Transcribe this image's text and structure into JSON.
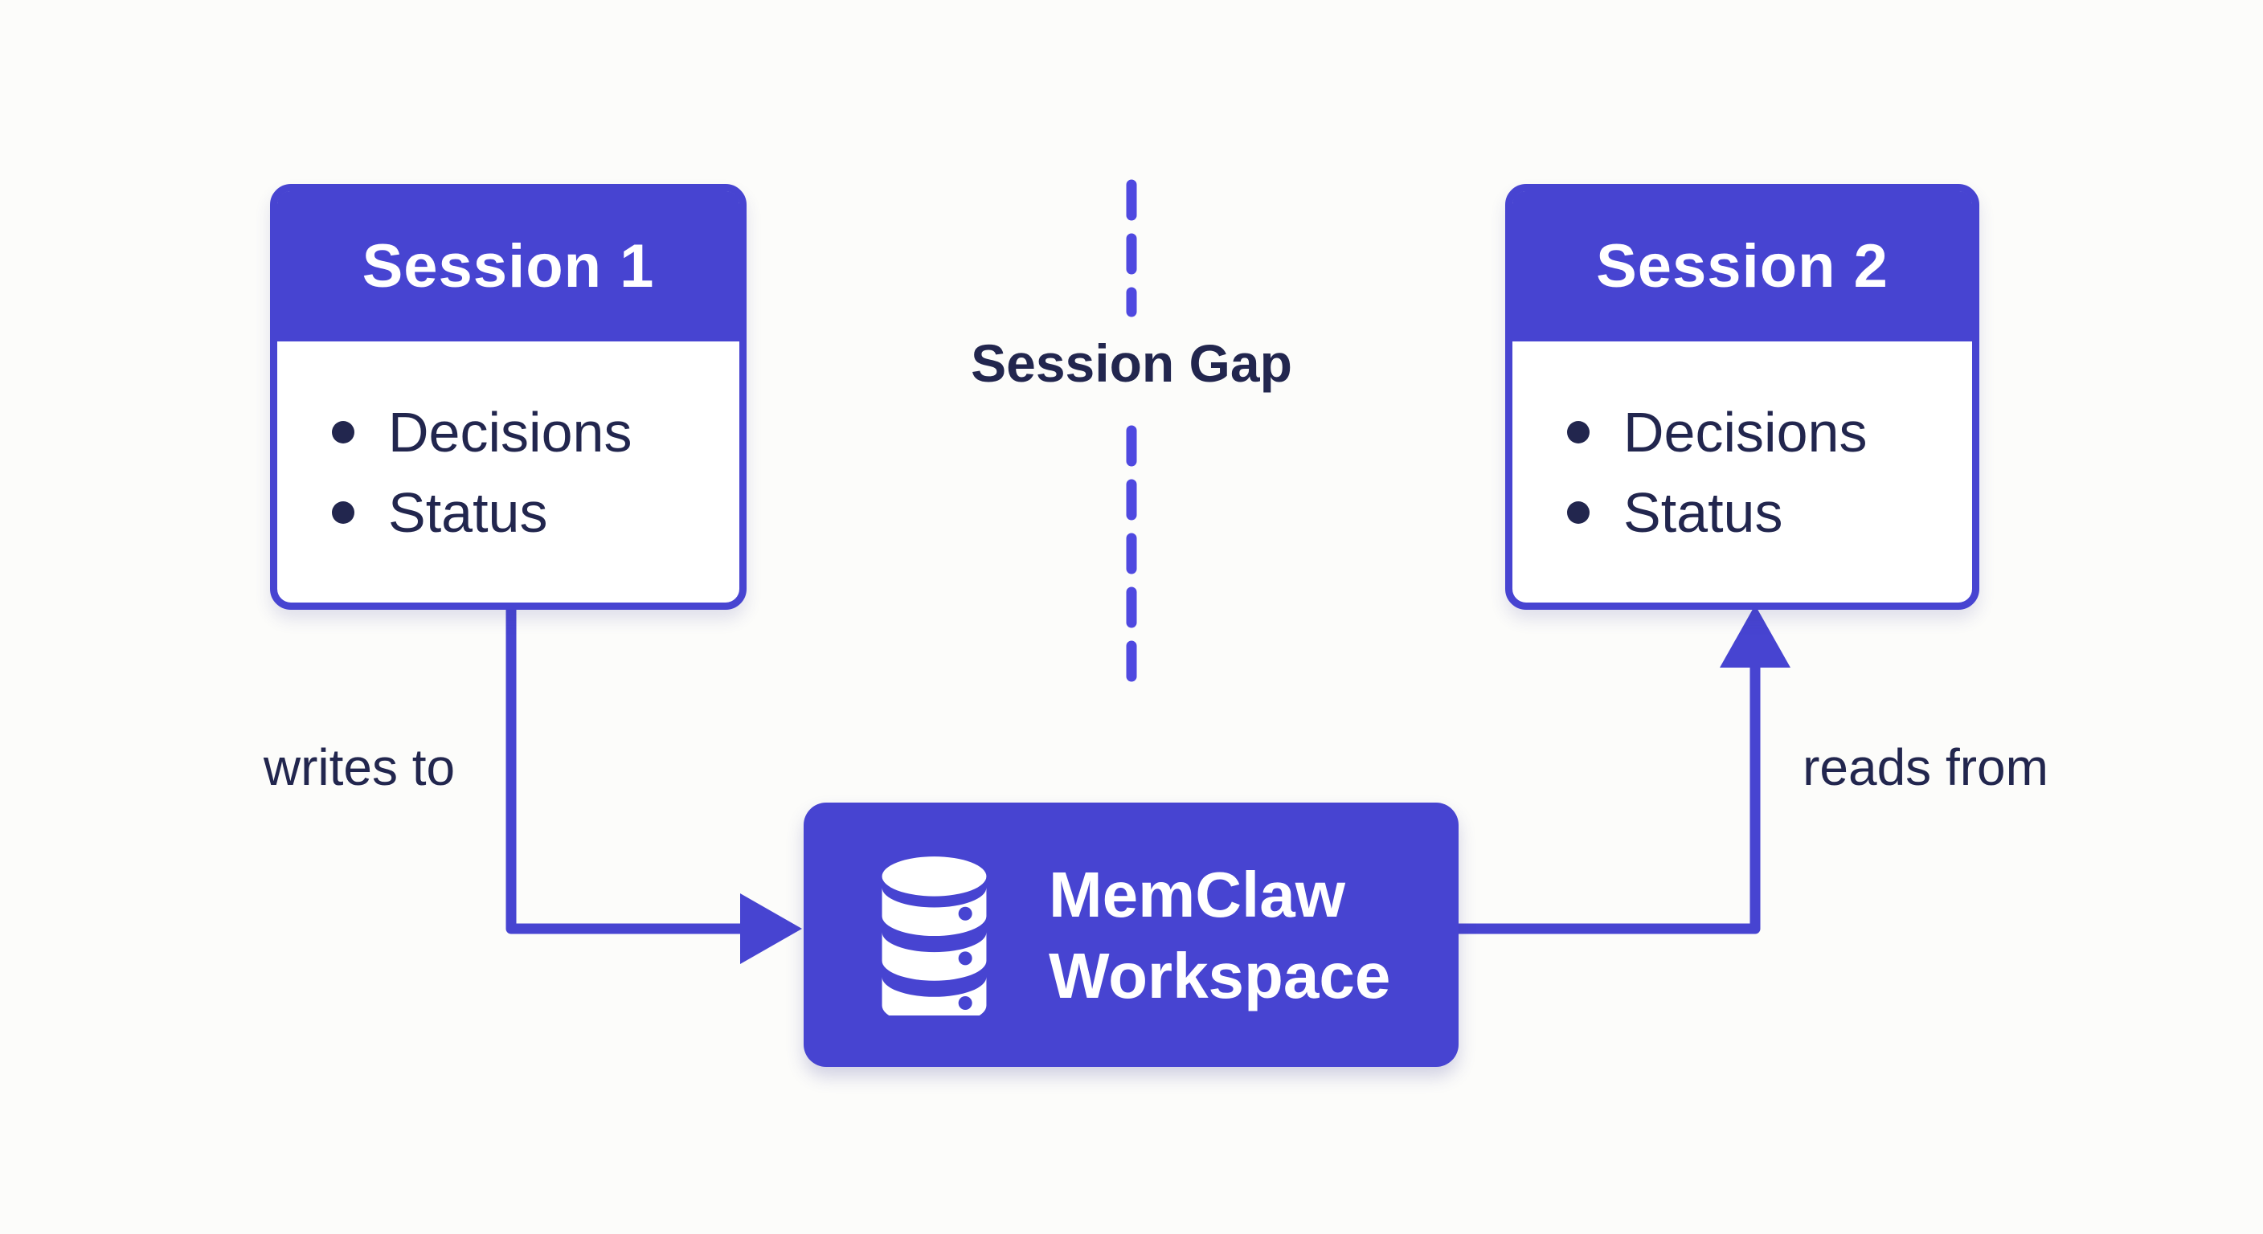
{
  "colors": {
    "background": "#fcfcfa",
    "accent": "#4744d1",
    "dash": "#4f49e0",
    "text_dark": "#22264e",
    "box_bg": "#ffffff"
  },
  "session1": {
    "title": "Session 1",
    "items": [
      "Decisions",
      "Status"
    ]
  },
  "session2": {
    "title": "Session 2",
    "items": [
      "Decisions",
      "Status"
    ]
  },
  "session_gap": {
    "label": "Session Gap"
  },
  "workspace": {
    "line1": "MemClaw",
    "line2": "Workspace",
    "icon": "database-icon"
  },
  "edges": {
    "writes": {
      "label": "writes to",
      "from": "Session 1",
      "to": "MemClaw Workspace"
    },
    "reads": {
      "label": "reads from",
      "from": "MemClaw Workspace",
      "to": "Session 2"
    }
  }
}
